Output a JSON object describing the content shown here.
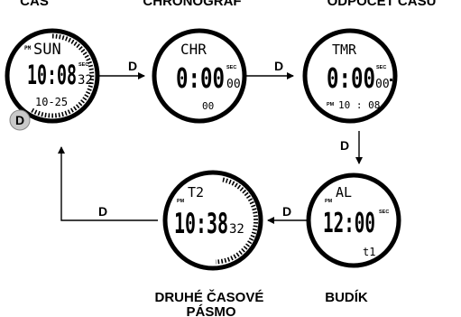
{
  "labels": {
    "time": "ČAS",
    "chronograph": "CHRONOGRAF",
    "countdown": "ODPOČET ČASU",
    "dual_time": "DRUHÉ ČASOVÉ PÁSMO",
    "alarm": "BUDÍK"
  },
  "button": "D",
  "watches": {
    "time": {
      "top": "SUN",
      "pm": "PM",
      "main": "10:08",
      "sec_label": "SEC",
      "sec": "32",
      "bottom": "10-25"
    },
    "chrono": {
      "top": "CHR",
      "main": "0:00",
      "sec_label": "SEC",
      "sec": "00",
      "bottom": "00"
    },
    "timer": {
      "top": "TMR",
      "main": "0:00",
      "sec_label": "SEC",
      "sec": "00",
      "pm": "PM",
      "bottom": "10 : 08"
    },
    "dual": {
      "pm": "PM",
      "top": "T2",
      "main": "10:38",
      "sec": "32"
    },
    "alarm": {
      "pm": "PM",
      "top": "AL",
      "main": "12:00",
      "sec_label": "SEC",
      "bottom": "t1"
    }
  }
}
